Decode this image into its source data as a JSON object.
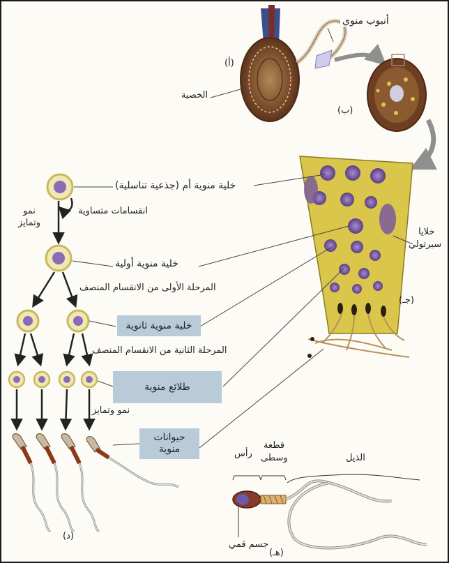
{
  "labels": {
    "seminiferous_tubule": "أنبوب منوي",
    "testis": "الخصية",
    "panel_a": "(أ)",
    "panel_b": "(ب)",
    "panel_c": "(جـ)",
    "panel_d": "(د)",
    "panel_e": "(هـ)",
    "spermatogonium": "خلية منوية أم (جذعية تناسلية)",
    "mitosis": "انقسامات متساوية",
    "growth_differentiation": "نمو وتمايز",
    "primary_spermatocyte": "خلية منوية أولية",
    "meiosis_one": "المرحلة الأولى من الانقسام المنصف",
    "secondary_spermatocyte": "خلية منوية ثانوية",
    "meiosis_two": "المرحلة الثانية من الانقسام المنصف",
    "spermatids": "طلائع منوية",
    "growth_differentiation_2": "نمو وتمايز",
    "sperm_line1": "حيوانات",
    "sperm_line2": "منوية",
    "sertoli_line1": "خلايا",
    "sertoli_line2": "سيرتولي",
    "head": "رأس",
    "midpiece_line1": "قطعة",
    "midpiece_line2": "وسطى",
    "tail": "الذيل",
    "acrosome": "جسم قمي"
  },
  "colors": {
    "tissue_fill": "#d9c64a",
    "cell_purple": "#7a5a9c",
    "cell_ring": "#e9dc8a",
    "tubule_brown": "#7a4a2a",
    "label_box": "#b9cbd8",
    "arrow_gray": "#9a9a9a"
  }
}
